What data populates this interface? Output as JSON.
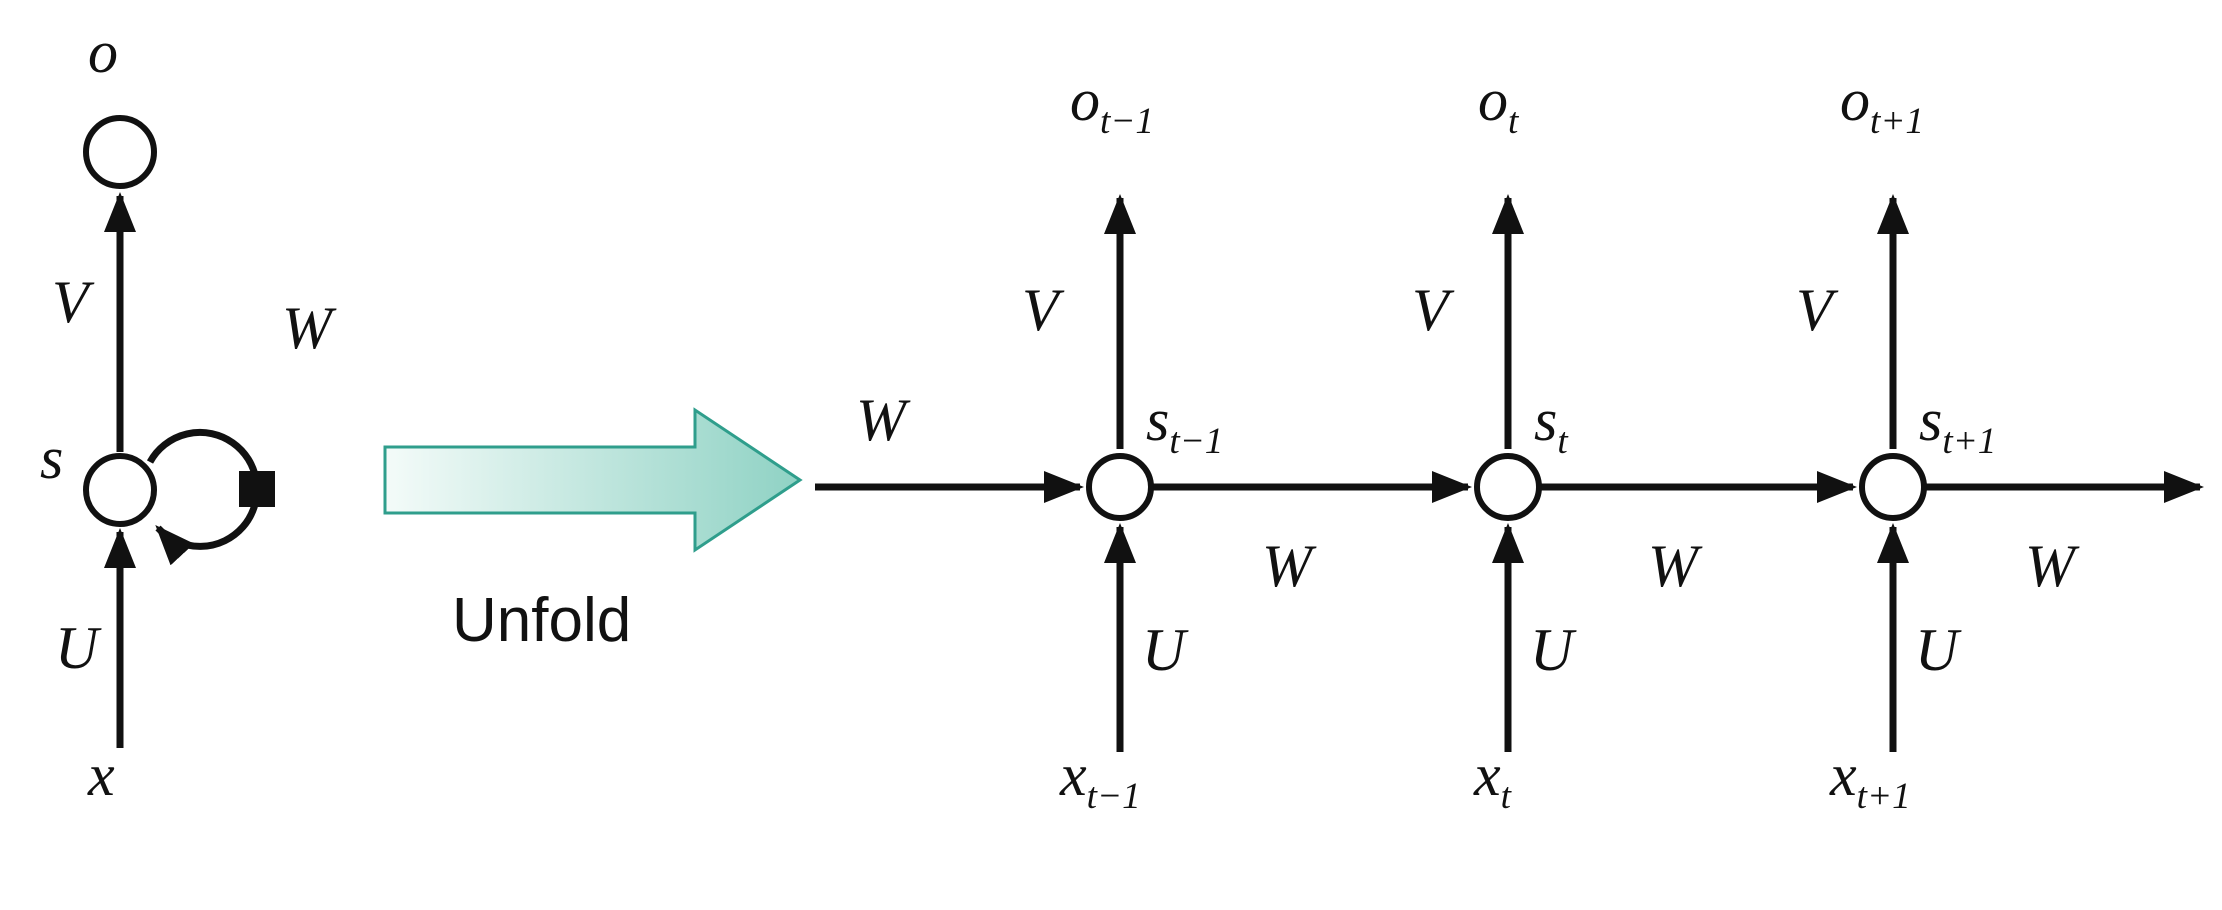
{
  "diagram": {
    "unfold_label": "Unfold",
    "colors": {
      "ink": "#111111",
      "node_fill": "#ffffff",
      "unfold_fill_start": "#f4fbf9",
      "unfold_fill_end": "#8fd2c4",
      "unfold_stroke": "#2f9e8c"
    },
    "folded": {
      "output": "o",
      "state": "s",
      "input": "x",
      "v": "V",
      "w": "W",
      "u": "U"
    },
    "unfolded": {
      "incoming_w": "W",
      "steps": [
        {
          "output": {
            "base": "o",
            "sub": "t−1"
          },
          "state": {
            "base": "s",
            "sub": "t−1"
          },
          "input": {
            "base": "x",
            "sub": "t−1"
          },
          "v": "V",
          "u": "U",
          "w": "W"
        },
        {
          "output": {
            "base": "o",
            "sub": "t"
          },
          "state": {
            "base": "s",
            "sub": "t"
          },
          "input": {
            "base": "x",
            "sub": "t"
          },
          "v": "V",
          "u": "U",
          "w": "W"
        },
        {
          "output": {
            "base": "o",
            "sub": "t+1"
          },
          "state": {
            "base": "s",
            "sub": "t+1"
          },
          "input": {
            "base": "x",
            "sub": "t+1"
          },
          "v": "V",
          "u": "U",
          "w": "W"
        }
      ]
    }
  }
}
